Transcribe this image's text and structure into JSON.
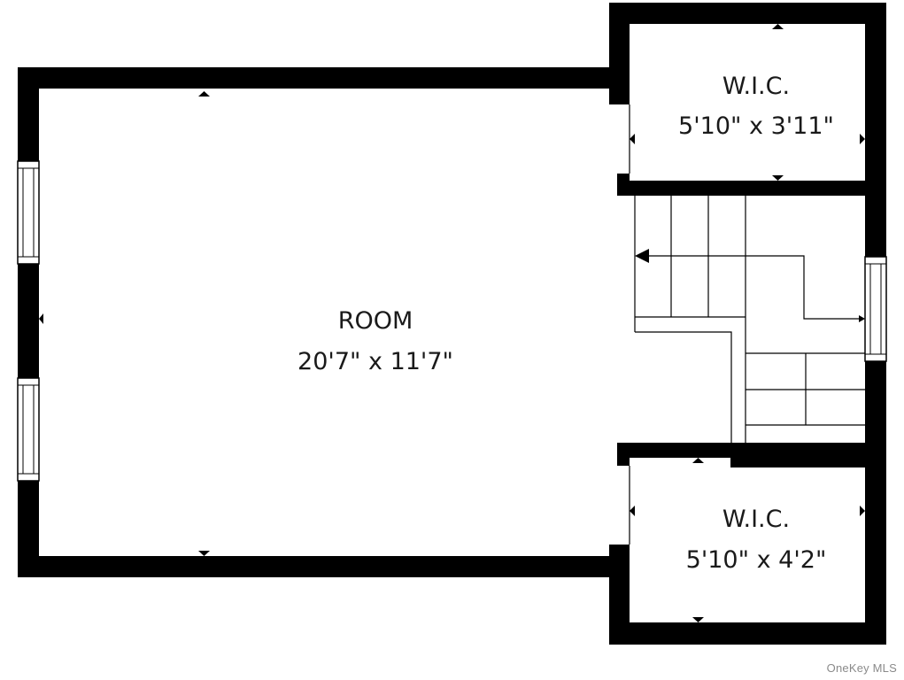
{
  "rooms": {
    "main": {
      "name": "ROOM",
      "dimensions": "20'7\" x 11'7\""
    },
    "wic_top": {
      "name": "W.I.C.",
      "dimensions": "5'10\" x 3'11\""
    },
    "wic_bottom": {
      "name": "W.I.C.",
      "dimensions": "5'10\" x 4'2\""
    }
  },
  "watermark": "OneKey MLS",
  "colors": {
    "wall": "#000000",
    "background": "#ffffff",
    "line": "#000000",
    "text": "#1a1a1a",
    "watermark": "#8a8a8a"
  }
}
